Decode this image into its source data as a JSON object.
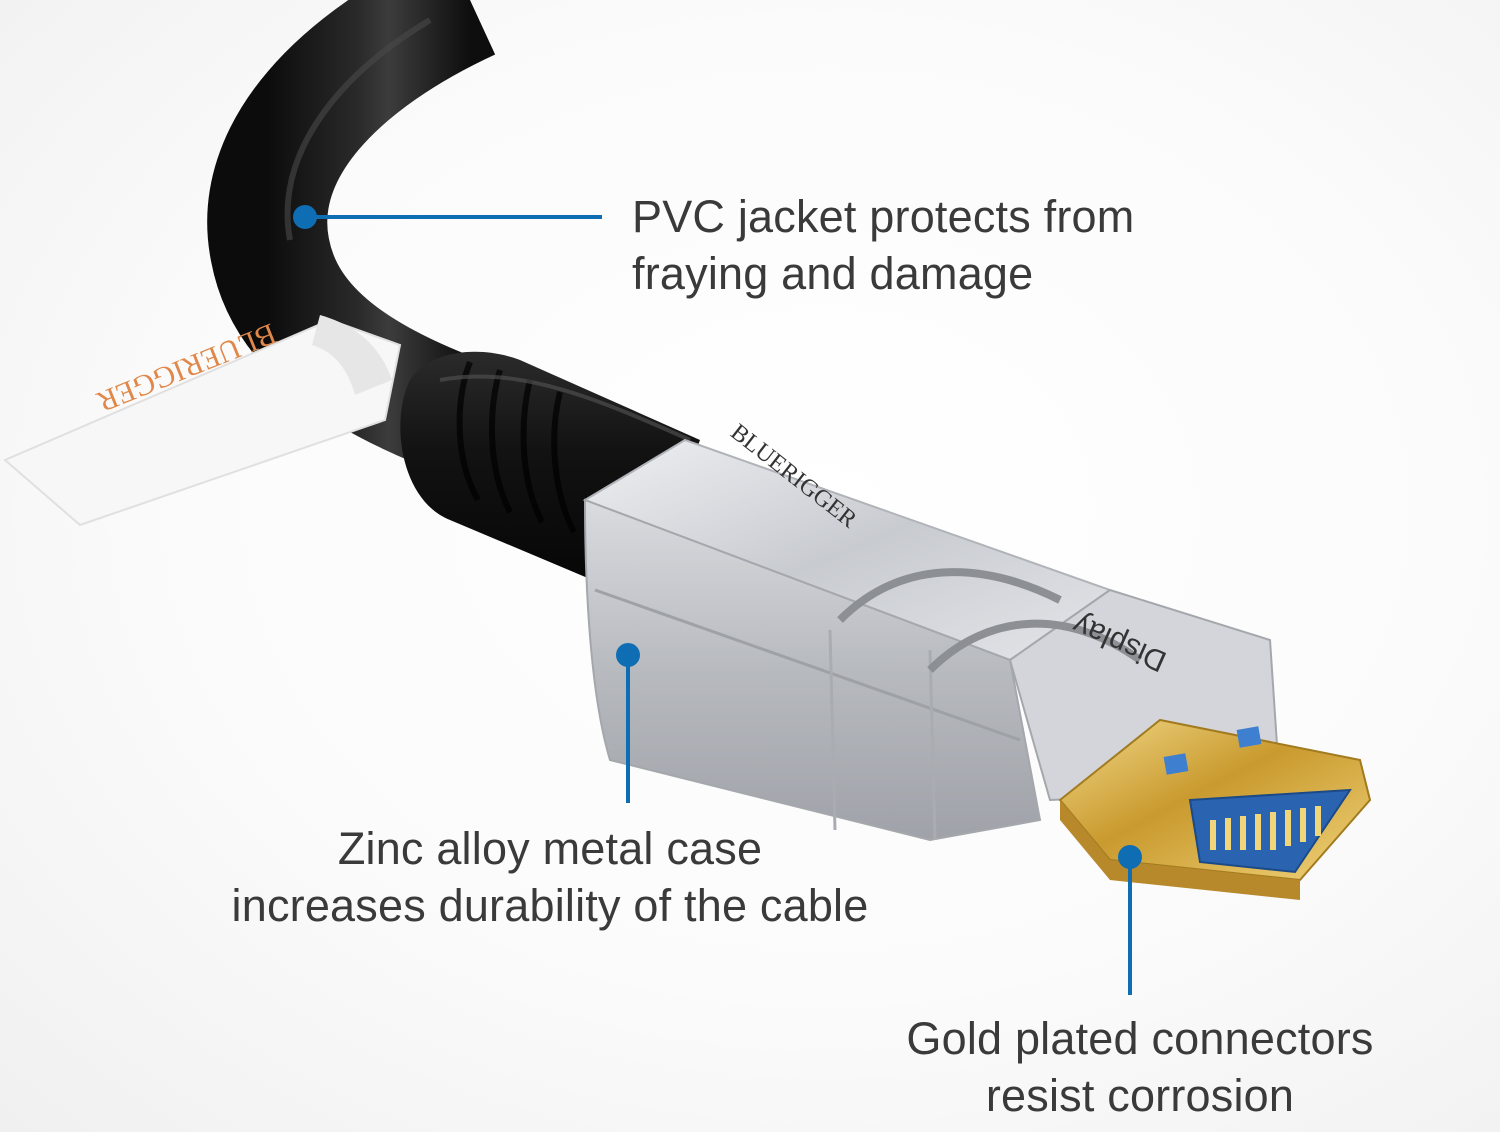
{
  "image": {
    "subject": "hdmi-cable-connector",
    "colors": {
      "background": "#fbfbfb",
      "cable": "#1a1a1a",
      "metal": "#c9cbcf",
      "gold": "#d8b24a",
      "port_blue": "#2a63b0",
      "callout_blue": "#0f6db4",
      "text": "#3a3a3a"
    }
  },
  "label": {
    "tag_text": "BLUERIGGER"
  },
  "connector": {
    "brand_text": "BLUERIGGER",
    "display_text": "Display"
  },
  "callouts": {
    "pvc": {
      "line1": "PVC jacket protects from",
      "line2": "fraying and damage"
    },
    "zinc": {
      "line1": "Zinc alloy metal case",
      "line2": "increases durability of the cable"
    },
    "gold": {
      "line1": "Gold plated connectors",
      "line2": "resist corrosion"
    }
  }
}
